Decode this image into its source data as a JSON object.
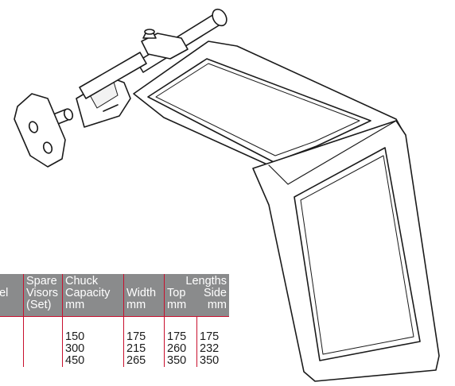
{
  "figure": {
    "icon": "chuck-guard-drawing"
  },
  "colors": {
    "rule": "#c8102e",
    "header_bg": "#8a8b8c",
    "header_text": "#ffffff"
  },
  "table": {
    "headers": {
      "model_fragment": "del",
      "spare_visors": [
        "Spare",
        "Visors",
        "(Set)"
      ],
      "chuck_capacity": [
        "Chuck",
        "Capacity",
        "mm"
      ],
      "width": [
        "Width",
        "mm"
      ],
      "lengths_group": "Lengths",
      "top": [
        "Top",
        "mm"
      ],
      "side": [
        "Side",
        "mm"
      ]
    },
    "rows": [
      {
        "chuck_capacity": "150",
        "width": "175",
        "top": "175",
        "side": "175"
      },
      {
        "chuck_capacity": "300",
        "width": "215",
        "top": "260",
        "side": "232"
      },
      {
        "chuck_capacity": "450",
        "width": "265",
        "top": "350",
        "side": "350"
      }
    ]
  }
}
